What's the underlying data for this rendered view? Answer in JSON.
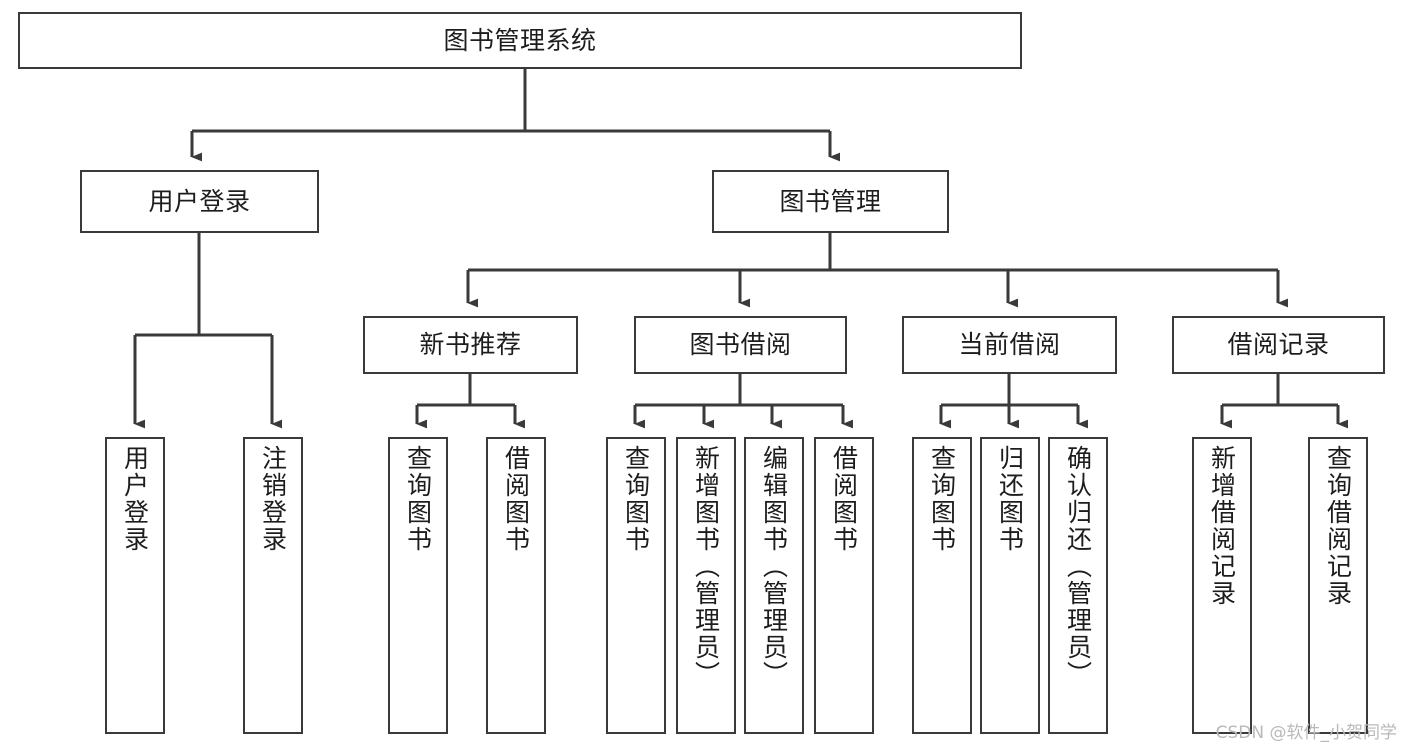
{
  "diagram": {
    "type": "tree-hierarchy-chart",
    "title": "图书管理系统",
    "watermark": "CSDN @软件_小贺同学",
    "colors": {
      "box_border": "#3a3a3a",
      "box_fill": "#ffffff",
      "connector": "#3a3a3a",
      "text": "#1d1d1d",
      "watermark": "#b9b9b9",
      "background": "#ffffff"
    },
    "levels": {
      "root": "图书管理系统",
      "level2": [
        "用户登录",
        "图书管理"
      ],
      "level3": [
        "新书推荐",
        "图书借阅",
        "当前借阅",
        "借阅记录"
      ]
    }
  },
  "nodes": {
    "root": {
      "label": "图书管理系统"
    },
    "level2": [
      {
        "label": "用户登录"
      },
      {
        "label": "图书管理"
      }
    ],
    "level3": [
      {
        "label": "新书推荐"
      },
      {
        "label": "图书借阅"
      },
      {
        "label": "当前借阅"
      },
      {
        "label": "借阅记录"
      }
    ],
    "leaves": [
      {
        "label": "用户登录",
        "parent": "用户登录"
      },
      {
        "label": "注销登录",
        "parent": "用户登录"
      },
      {
        "label": "查询图书",
        "parent": "新书推荐"
      },
      {
        "label": "借阅图书",
        "parent": "新书推荐"
      },
      {
        "label": "查询图书",
        "parent": "图书借阅"
      },
      {
        "label": "新增图书（管理员）",
        "parent": "图书借阅"
      },
      {
        "label": "编辑图书（管理员）",
        "parent": "图书借阅"
      },
      {
        "label": "借阅图书",
        "parent": "图书借阅"
      },
      {
        "label": "查询图书",
        "parent": "当前借阅"
      },
      {
        "label": "归还图书",
        "parent": "当前借阅"
      },
      {
        "label": "确认归还（管理员）",
        "parent": "当前借阅"
      },
      {
        "label": "新增借阅记录",
        "parent": "借阅记录"
      },
      {
        "label": "查询借阅记录",
        "parent": "借阅记录"
      }
    ]
  }
}
